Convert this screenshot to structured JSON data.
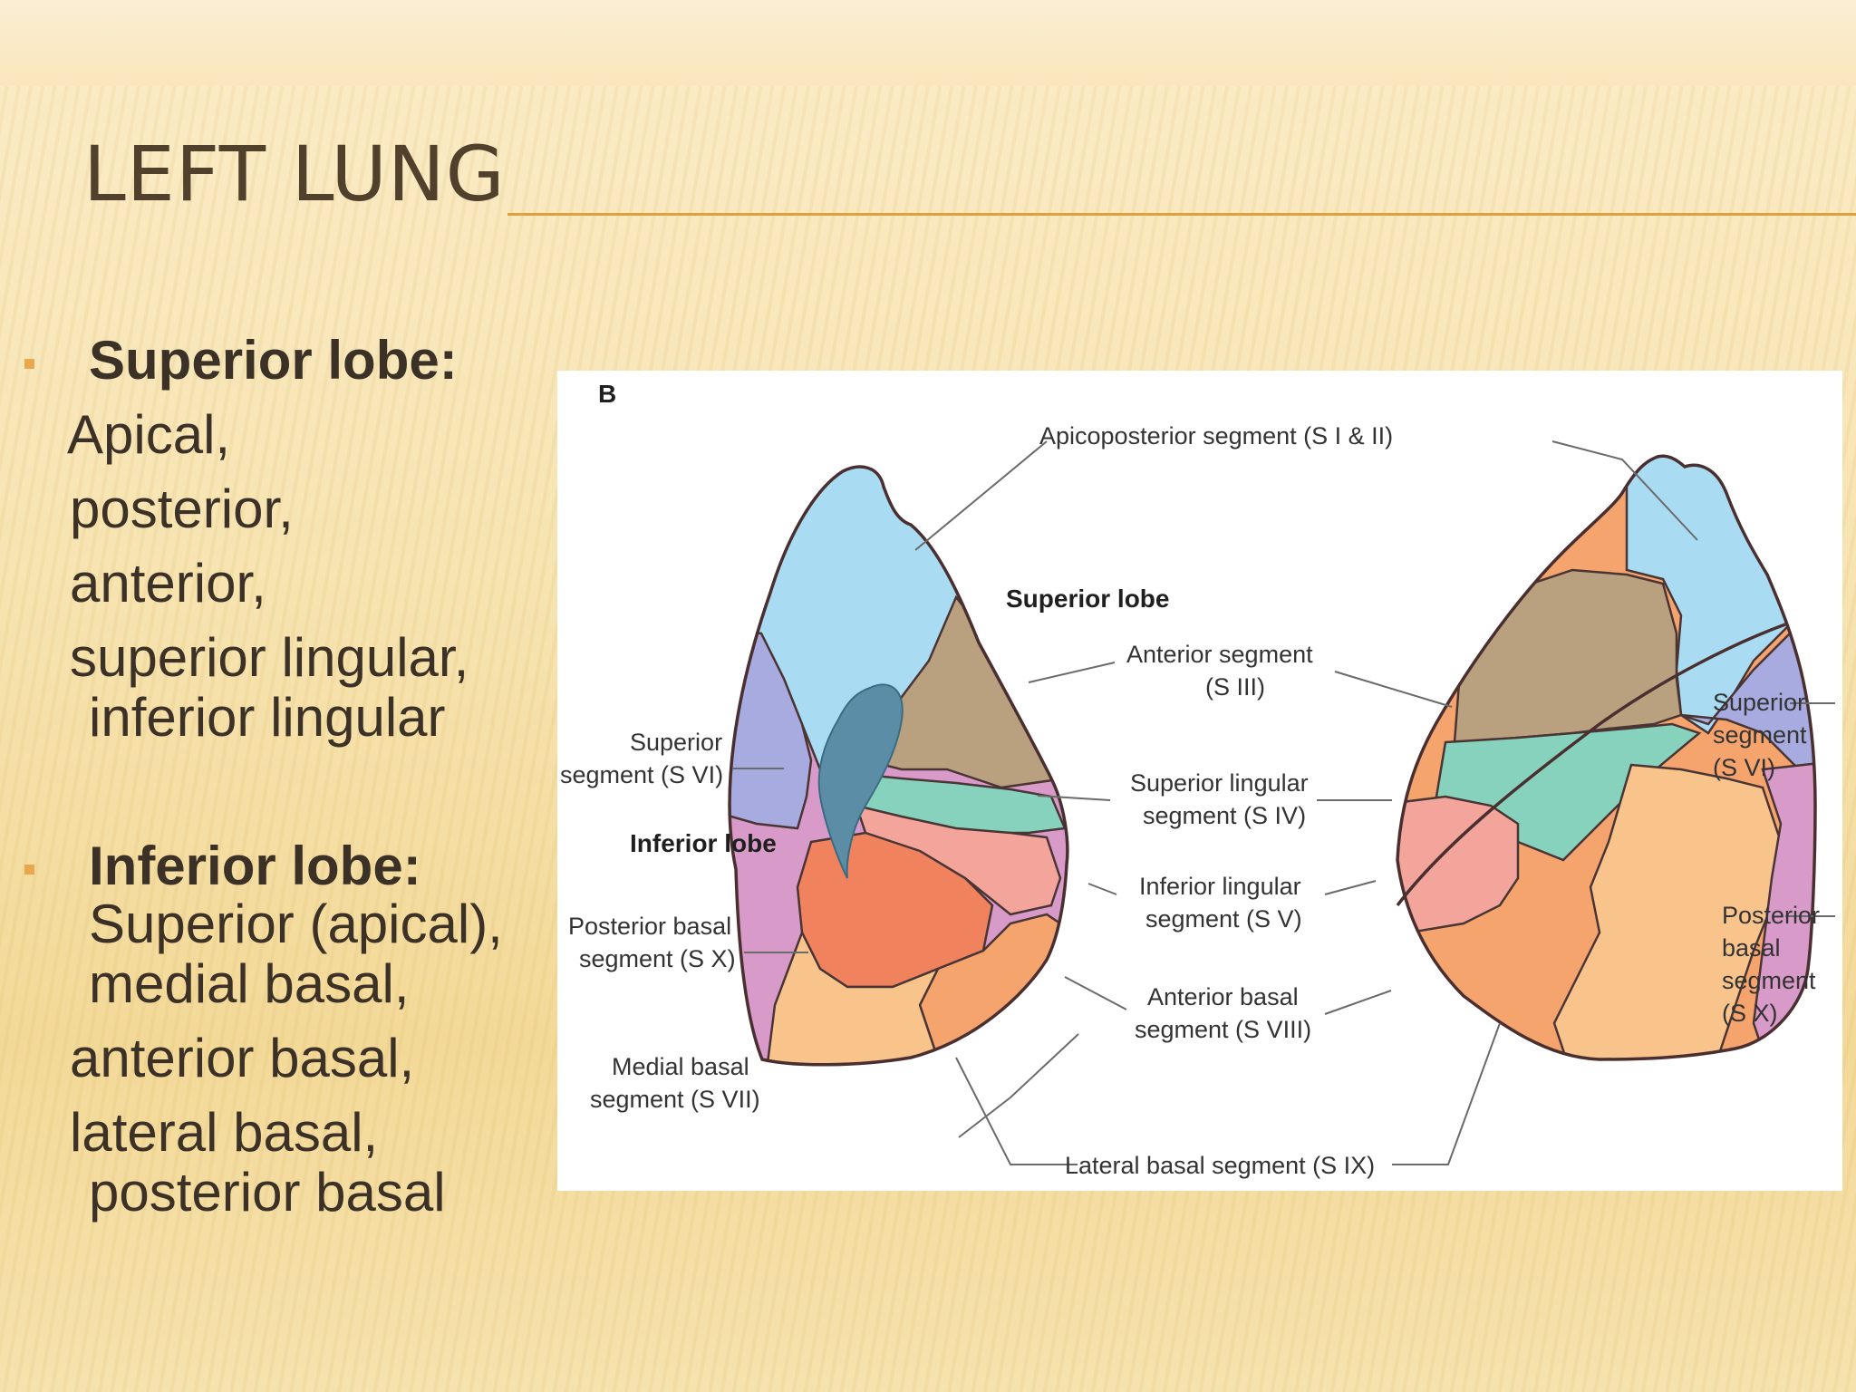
{
  "slide": {
    "title": "LEFT LUNG",
    "superior_heading": "Superior lobe:",
    "superior_items": [
      "Apical,",
      "posterior,",
      "anterior,",
      "superior lingular,",
      "inferior lingular"
    ],
    "inferior_heading": "Inferior lobe:",
    "inferior_items": [
      "Superior (apical),",
      "medial basal,",
      "anterior basal,",
      "lateral basal,",
      "posterior basal"
    ],
    "accent_color": "#e0a040",
    "title_color": "#50402c"
  },
  "diagram": {
    "panel_letter": "B",
    "lobe_labels": [
      "Superior lobe",
      "Inferior lobe"
    ],
    "segment_labels": {
      "apicoposterior": "Apicoposterior segment (S I & II)",
      "anterior": [
        "Anterior segment",
        "(S III)"
      ],
      "superior_lingular": [
        "Superior lingular",
        "segment (S IV)"
      ],
      "inferior_lingular": [
        "Inferior lingular",
        "segment (S V)"
      ],
      "anterior_basal": [
        "Anterior basal",
        "segment (S VIII)"
      ],
      "lateral_basal": "Lateral basal segment (S IX)",
      "superior_left": [
        "Superior",
        "segment (S VI)"
      ],
      "posterior_basal_left": [
        "Posterior basal",
        "segment (S X)"
      ],
      "medial_basal": [
        "Medial basal",
        "segment (S VII)"
      ],
      "superior_right": [
        "Superior",
        "segment",
        "(S VI)"
      ],
      "posterior_basal_right": [
        "Posterior",
        "basal",
        "segment",
        "(S X)"
      ]
    },
    "segment_colors": {
      "apicoposterior": "#a9dcf3",
      "anterior": "#b9a07e",
      "superior_lingular": "#86d2bd",
      "inferior_lingular": "#f3a59c",
      "superior": "#a8abdf",
      "posterior_basal": "#d89ac8",
      "anterior_basal": "#f0835e",
      "lateral_basal": "#f8c48c",
      "medial_basal": "#f6a46e",
      "hilum": "#5b8ea6"
    }
  }
}
